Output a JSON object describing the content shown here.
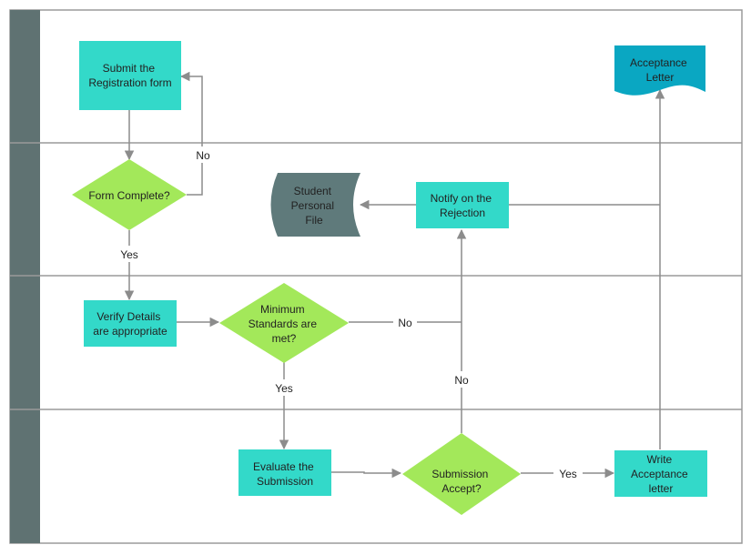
{
  "colors": {
    "process": "#33d9c9",
    "decision": "#a3e85a",
    "document": "#0aa7c2",
    "storage": "#5f7a7b",
    "lane_header": "#5f7272",
    "line": "#8c8c8c",
    "border": "#9a9a9a"
  },
  "nodes": {
    "submit": [
      "Submit the",
      "Registration form"
    ],
    "form_complete": [
      "Form Complete?"
    ],
    "verify": [
      "Verify Details",
      "are appropriate"
    ],
    "min_standards": [
      "Minimum",
      "Standards  are",
      "met?"
    ],
    "evaluate": [
      "Evaluate the",
      "Submission"
    ],
    "submission_accept": [
      "Submission",
      "Accept?"
    ],
    "write_letter": [
      "Write",
      "Acceptance",
      "letter"
    ],
    "notify": [
      "Notify on the",
      "Rejection"
    ],
    "student_file": [
      "Student",
      "Personal",
      "File"
    ],
    "acceptance_letter": [
      "Acceptance",
      "Letter"
    ]
  },
  "edge_labels": {
    "form_no": "No",
    "form_yes": "Yes",
    "standards_no": "No",
    "standards_yes": "Yes",
    "accept_no": "No",
    "accept_yes": "Yes"
  }
}
